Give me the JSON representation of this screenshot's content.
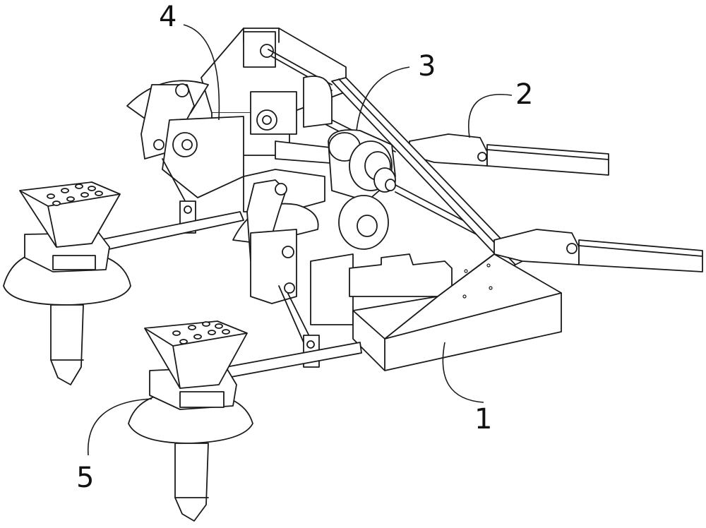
{
  "labels": [
    {
      "id": "1",
      "text": "1"
    },
    {
      "id": "2",
      "text": "2"
    },
    {
      "id": "3",
      "text": "3"
    },
    {
      "id": "4",
      "text": "4"
    },
    {
      "id": "5",
      "text": "5"
    }
  ],
  "colors": {
    "line": "#1a1a1a",
    "background": "#ffffff"
  }
}
